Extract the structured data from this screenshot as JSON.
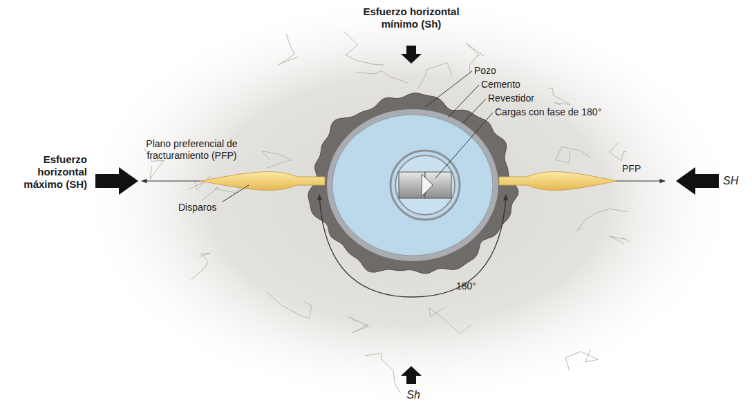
{
  "diagram": {
    "labels": [
      "Esfuerzo horizontal mínimo (Sh)",
      "Pozo",
      "Cemento",
      "Revestidor",
      "Cargas con fase de 180°",
      "Plano preferencial de fracturamiento (PFP)",
      "Esfuerzo horizontal máximo (SH)",
      "Disparos",
      "PFP",
      "SH",
      "180°",
      "Sh"
    ]
  }
}
